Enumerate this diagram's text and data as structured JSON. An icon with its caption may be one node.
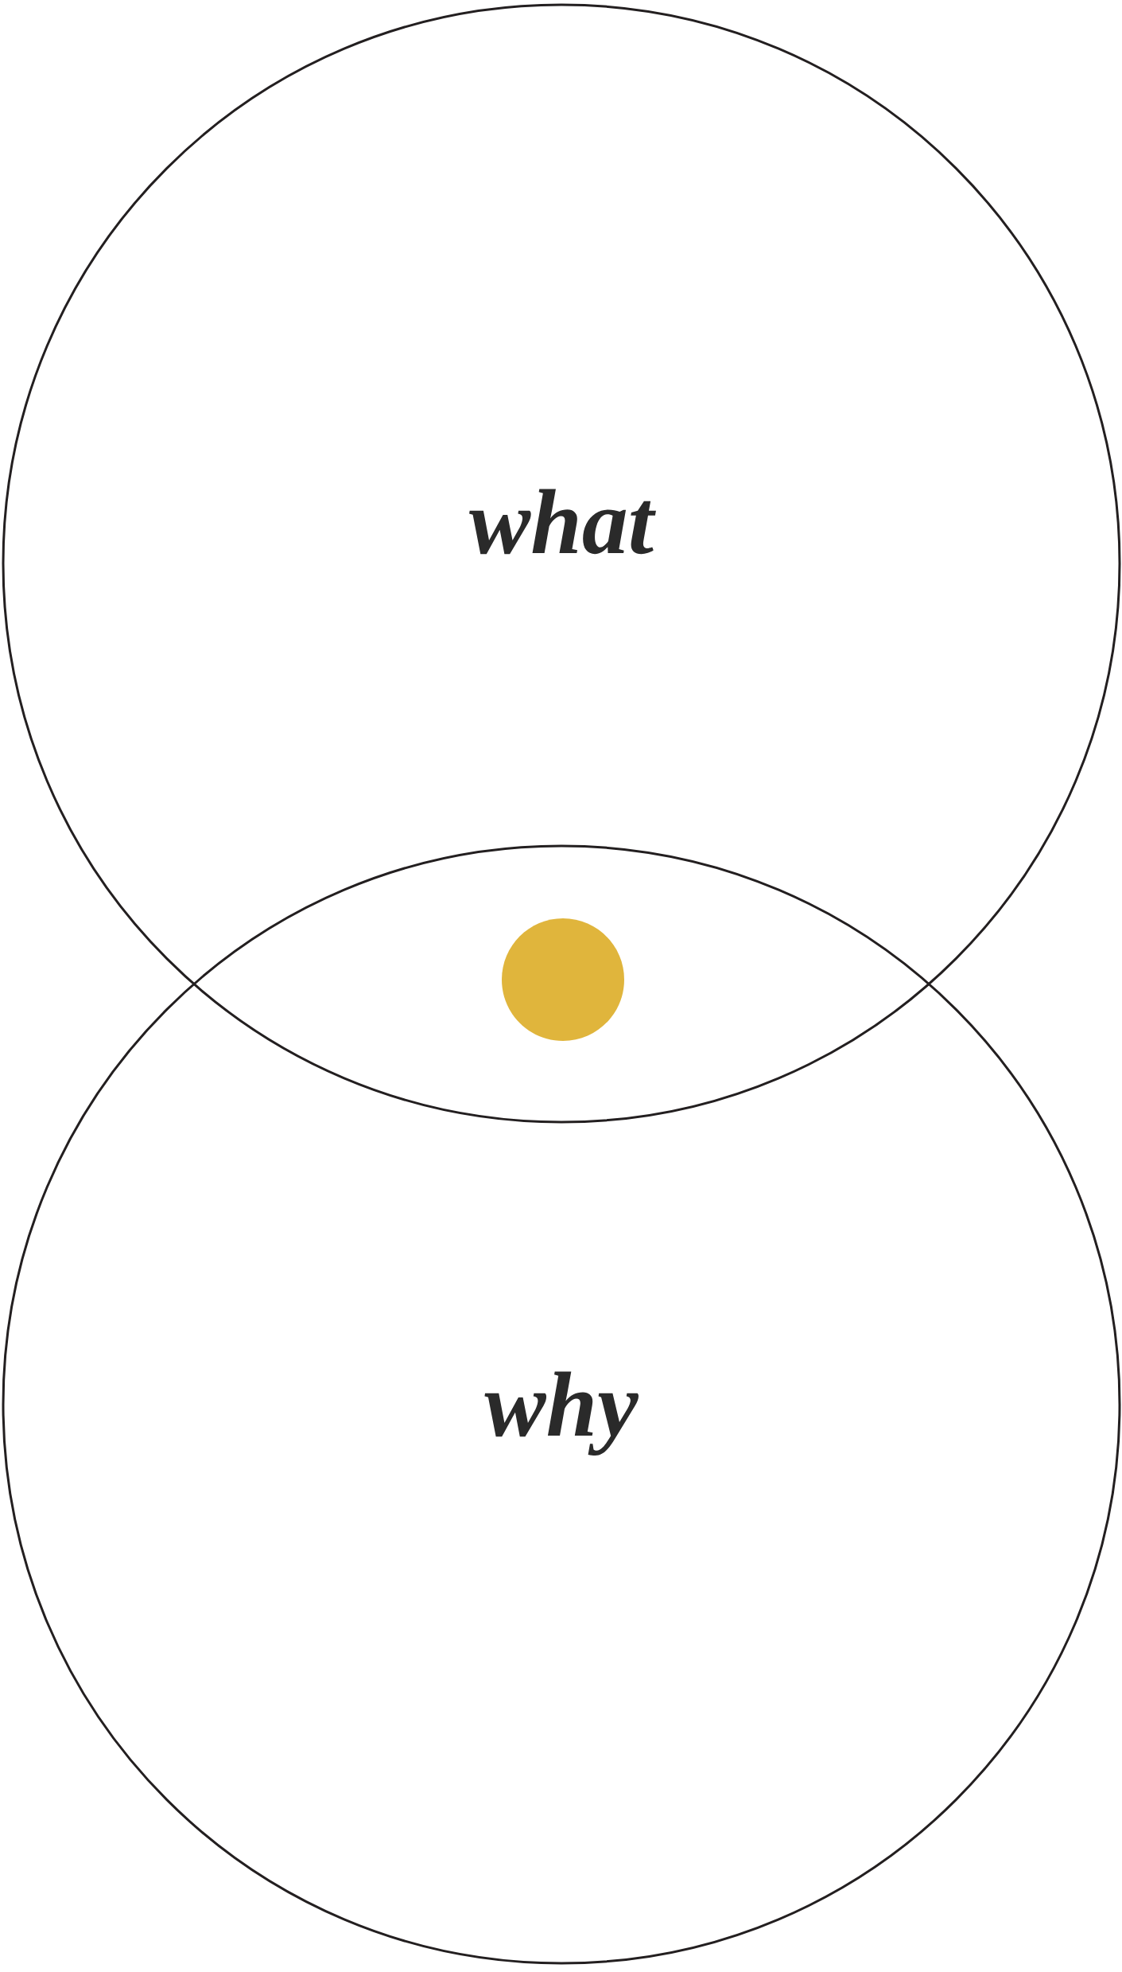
{
  "diagram": {
    "nodes": [
      {
        "text": [
          "what"
        ]
      },
      {
        "text": [
          "why"
        ]
      },
      {
        "text": [],
        "shape": "circle"
      }
    ]
  }
}
